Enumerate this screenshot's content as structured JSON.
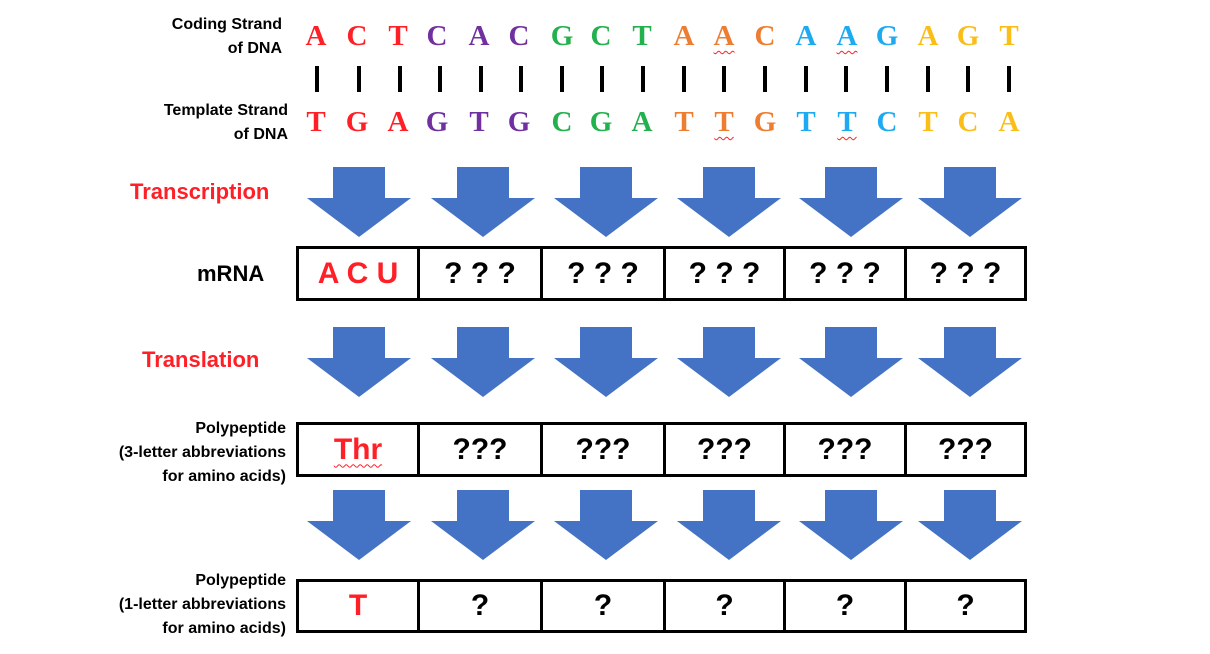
{
  "labels": {
    "coding_line1": "Coding Strand",
    "coding_line2": "of DNA",
    "template_line1": "Template Strand",
    "template_line2": "of DNA",
    "transcription": "Transcription",
    "mrna": "mRNA",
    "translation": "Translation",
    "poly3_line1": "Polypeptide",
    "poly3_line2": "(3-letter abbreviations",
    "poly3_line3": "for amino acids)",
    "poly1_line1": "Polypeptide",
    "poly1_line2": "(1-letter abbreviations",
    "poly1_line3": "for amino acids)"
  },
  "coding_strand": [
    {
      "base": "A",
      "color": "#ff1f26",
      "squiggle": false
    },
    {
      "base": "C",
      "color": "#ff1f26",
      "squiggle": false
    },
    {
      "base": "T",
      "color": "#ff1f26",
      "squiggle": false
    },
    {
      "base": "C",
      "color": "#7030a0",
      "squiggle": false
    },
    {
      "base": "A",
      "color": "#7030a0",
      "squiggle": false
    },
    {
      "base": "C",
      "color": "#7030a0",
      "squiggle": false
    },
    {
      "base": "G",
      "color": "#22b14c",
      "squiggle": false
    },
    {
      "base": "C",
      "color": "#22b14c",
      "squiggle": false
    },
    {
      "base": "T",
      "color": "#22b14c",
      "squiggle": false
    },
    {
      "base": "A",
      "color": "#ed7d31",
      "squiggle": false
    },
    {
      "base": "A",
      "color": "#ed7d31",
      "squiggle": true
    },
    {
      "base": "C",
      "color": "#ed7d31",
      "squiggle": false
    },
    {
      "base": "A",
      "color": "#1eaaf1",
      "squiggle": false
    },
    {
      "base": "A",
      "color": "#1eaaf1",
      "squiggle": true
    },
    {
      "base": "G",
      "color": "#1eaaf1",
      "squiggle": false
    },
    {
      "base": "A",
      "color": "#fbbd18",
      "squiggle": false
    },
    {
      "base": "G",
      "color": "#fbbd18",
      "squiggle": false
    },
    {
      "base": "T",
      "color": "#fbbd18",
      "squiggle": false
    }
  ],
  "template_strand": [
    {
      "base": "T",
      "color": "#ff1f26",
      "squiggle": false
    },
    {
      "base": "G",
      "color": "#ff1f26",
      "squiggle": false
    },
    {
      "base": "A",
      "color": "#ff1f26",
      "squiggle": false
    },
    {
      "base": "G",
      "color": "#7030a0",
      "squiggle": false
    },
    {
      "base": "T",
      "color": "#7030a0",
      "squiggle": false
    },
    {
      "base": "G",
      "color": "#7030a0",
      "squiggle": false
    },
    {
      "base": "C",
      "color": "#22b14c",
      "squiggle": false
    },
    {
      "base": "G",
      "color": "#22b14c",
      "squiggle": false
    },
    {
      "base": "A",
      "color": "#22b14c",
      "squiggle": false
    },
    {
      "base": "T",
      "color": "#ed7d31",
      "squiggle": false
    },
    {
      "base": "T",
      "color": "#ed7d31",
      "squiggle": true
    },
    {
      "base": "G",
      "color": "#ed7d31",
      "squiggle": false
    },
    {
      "base": "T",
      "color": "#1eaaf1",
      "squiggle": false
    },
    {
      "base": "T",
      "color": "#1eaaf1",
      "squiggle": true
    },
    {
      "base": "C",
      "color": "#1eaaf1",
      "squiggle": false
    },
    {
      "base": "T",
      "color": "#fbbd18",
      "squiggle": false
    },
    {
      "base": "C",
      "color": "#fbbd18",
      "squiggle": false
    },
    {
      "base": "A",
      "color": "#fbbd18",
      "squiggle": false
    }
  ],
  "mrna": [
    "A C U",
    "? ? ?",
    "? ? ?",
    "? ? ?",
    "? ? ?",
    "? ? ?"
  ],
  "polypeptide_3letter": [
    "Thr",
    "???",
    "???",
    "???",
    "???",
    "???"
  ],
  "polypeptide_1letter": [
    "T",
    "?",
    "?",
    "?",
    "?",
    "?"
  ],
  "colors": {
    "accent_red": "#ff1f26",
    "arrow_fill": "#4472c4"
  }
}
